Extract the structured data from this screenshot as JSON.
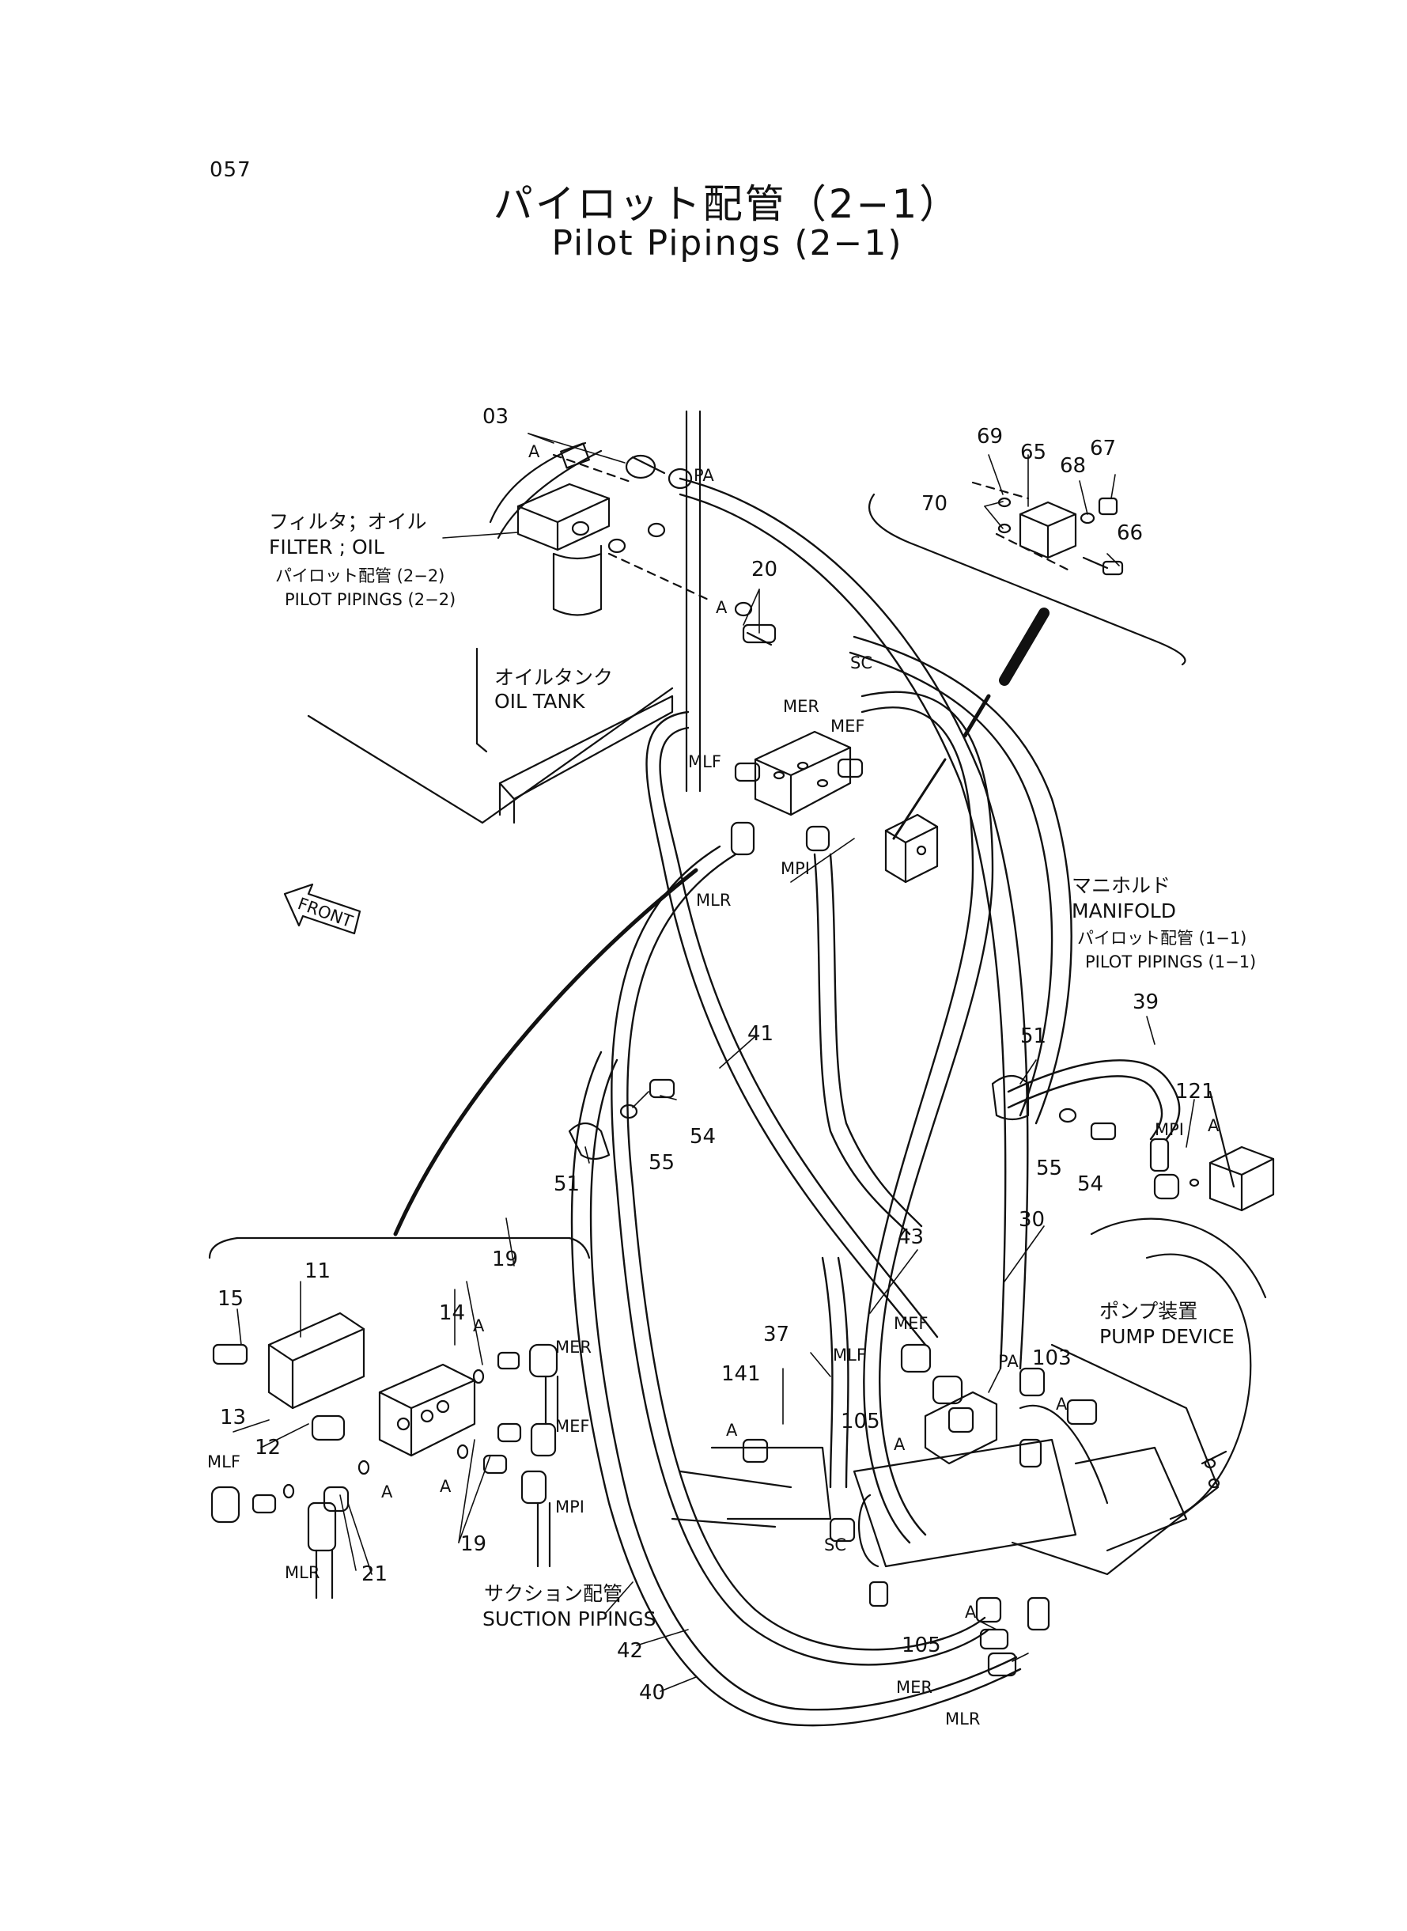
{
  "page_number": "057",
  "title_jp": "パイロット配管（2−1）",
  "title_en": "Pilot Pipings (2−1)",
  "labels": {
    "filter_jp": "フィルタ；オイル",
    "filter_en": "FILTER ; OIL",
    "pilot22_jp": "パイロット配管 (2−2)",
    "pilot22_en": "PILOT  PIPINGS (2−2)",
    "oiltank_jp": "オイルタンク",
    "oiltank_en": "OIL  TANK",
    "front": "FRONT",
    "manifold_jp": "マニホルド",
    "manifold_en": "MANIFOLD",
    "pilot11_jp": "パイロット配管 (1−1)",
    "pilot11_en": "PILOT  PIPINGS (1−1)",
    "pump_jp": "ポンプ装置",
    "pump_en": "PUMP  DEVICE",
    "suction_jp": "サクション配管",
    "suction_en": "SUCTION  PIPINGS"
  },
  "ports": {
    "pa": "PA",
    "sc": "SC",
    "mer": "MER",
    "mef": "MEF",
    "mlf": "MLF",
    "mpi": "MPI",
    "mlr": "MLR",
    "a": "A"
  },
  "parts": {
    "p03": "03",
    "p20": "20",
    "p69": "69",
    "p65": "65",
    "p67": "67",
    "p68": "68",
    "p70": "70",
    "p66": "66",
    "p41": "41",
    "p51": "51",
    "p55": "55",
    "p54": "54",
    "p39": "39",
    "p121": "121",
    "p30": "30",
    "p43": "43",
    "p37": "37",
    "p141": "141",
    "p105": "105",
    "p103": "103",
    "p42": "42",
    "p40": "40",
    "p11": "11",
    "p15": "15",
    "p14": "14",
    "p19": "19",
    "p13": "13",
    "p12": "12",
    "p21": "21"
  }
}
